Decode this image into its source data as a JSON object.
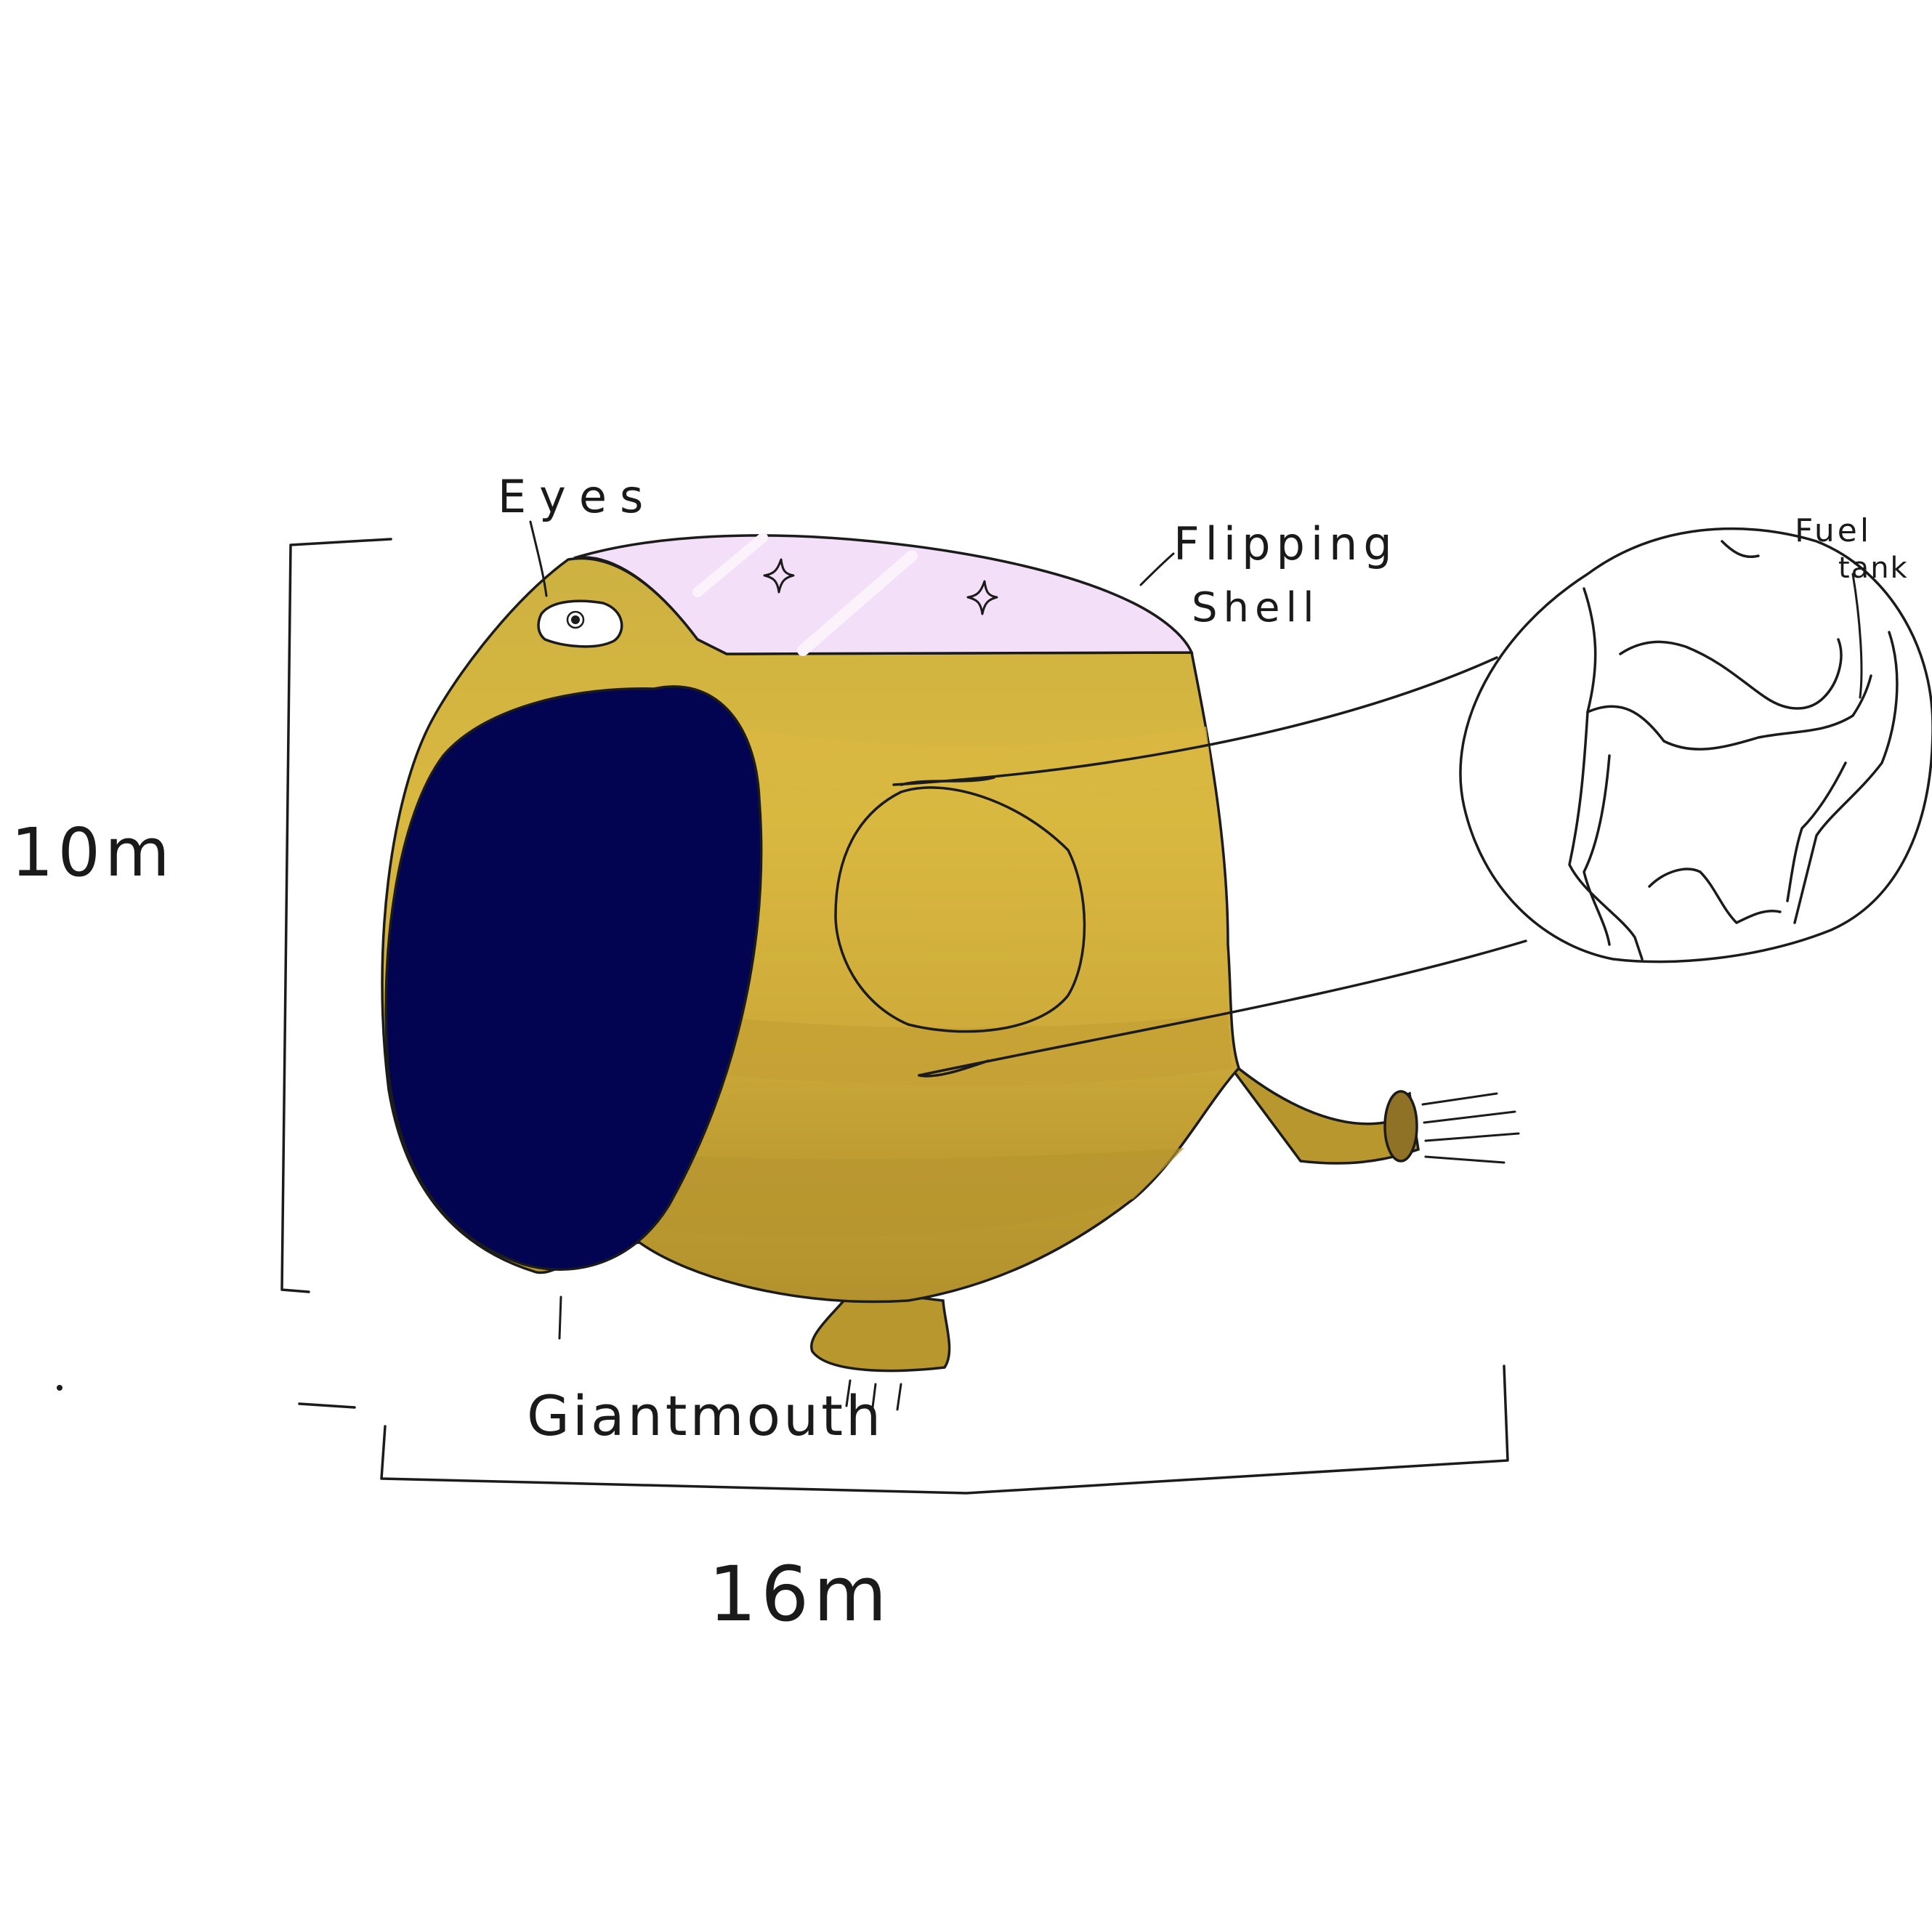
{
  "labels": {
    "eyes": "Eyes",
    "shell_line1": "Flipping",
    "shell_line2": "Shell",
    "fuel_line1": "Fuel",
    "fuel_line2": "tank",
    "mouth": "Giantmouth",
    "height": "10m",
    "width": "16m"
  },
  "colors": {
    "body": "#d6b33d",
    "body_shadow": "#b8982e",
    "mouth": "#020452",
    "shell": "#f3dff7",
    "shell_highlight": "#fbf2fc",
    "ink": "#1b1b1b"
  }
}
